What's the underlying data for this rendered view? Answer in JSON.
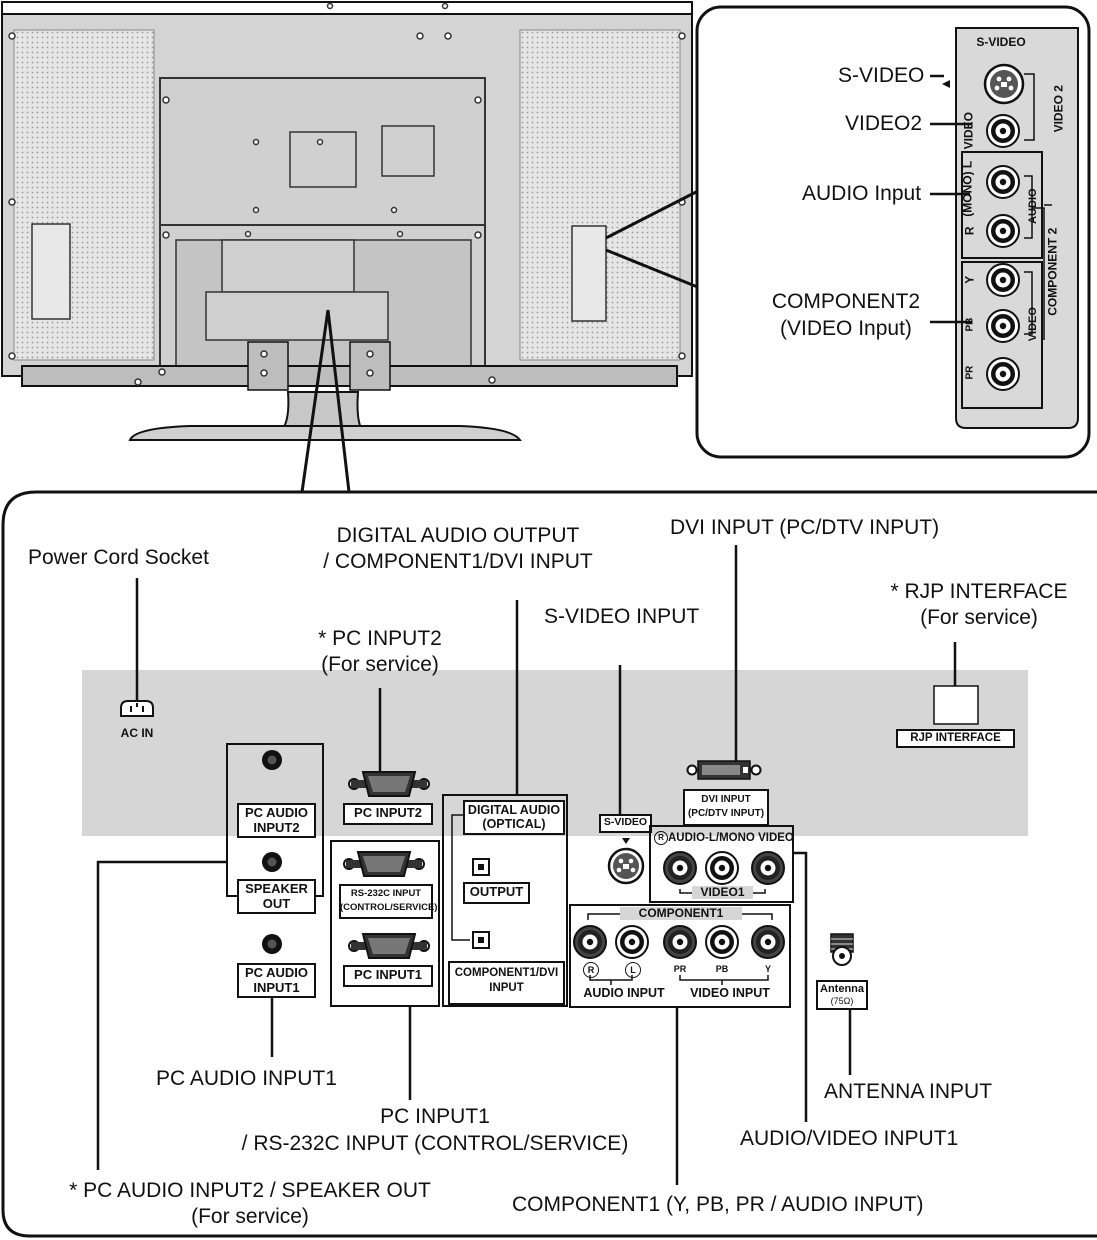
{
  "callouts": {
    "svideo": "S-VIDEO",
    "video2": "VIDEO2",
    "audio_input": "AUDIO Input",
    "component2_line1": "COMPONENT2",
    "component2_line2": "(VIDEO Input)",
    "power_cord": "Power Cord Socket",
    "digital_audio_line1": "DIGITAL AUDIO OUTPUT",
    "digital_audio_line2": "/ COMPONENT1/DVI INPUT",
    "dvi_input": "DVI INPUT (PC/DTV INPUT)",
    "pc_input2_line1": "* PC INPUT2",
    "pc_input2_line2": "(For service)",
    "svideo_input": "S-VIDEO INPUT",
    "rjp_line1": "* RJP INTERFACE",
    "rjp_line2": "(For service)",
    "pc_audio_input1": "PC AUDIO INPUT1",
    "pc_input1_line1": "PC INPUT1",
    "pc_input1_line2": "/ RS-232C INPUT (CONTROL/SERVICE)",
    "pc_audio2_line1": "* PC AUDIO INPUT2 / SPEAKER OUT",
    "pc_audio2_line2": "(For service)",
    "component1_line": "COMPONENT1 (Y, PB, PR / AUDIO INPUT)",
    "antenna_input": "ANTENNA INPUT",
    "av_input1": "AUDIO/VIDEO INPUT1"
  },
  "side_panel": {
    "svideo": "S-VIDEO",
    "video": "VIDEO",
    "mono_l": "(MONO) L",
    "r": "R",
    "y": "Y",
    "pb": "PB",
    "pr": "PR",
    "audio": "AUDIO",
    "video_small": "VIDEO",
    "video2": "VIDEO 2",
    "component2": "COMPONENT 2"
  },
  "panel": {
    "ac_in": "AC IN",
    "pc_audio_input2_l1": "PC AUDIO",
    "pc_audio_input2_l2": "INPUT2",
    "speaker_out_l1": "SPEAKER",
    "speaker_out_l2": "OUT",
    "pc_audio_input1_l1": "PC AUDIO",
    "pc_audio_input1_l2": "INPUT1",
    "pc_input2": "PC INPUT2",
    "rs232_l1": "RS-232C INPUT",
    "rs232_l2": "(CONTROL/SERVICE)",
    "pc_input1": "PC INPUT1",
    "digital_audio_l1": "DIGITAL AUDIO",
    "digital_audio_l2": "(OPTICAL)",
    "output": "OUTPUT",
    "comp_dvi_l1": "COMPONENT1/DVI",
    "comp_dvi_l2": "INPUT",
    "svideo": "S-VIDEO",
    "dvi_l1": "DVI INPUT",
    "dvi_l2": "(PC/DTV INPUT)",
    "audio_l_mono": "AUDIO-L/MONO",
    "r_mark": "R",
    "video": "VIDEO",
    "video1": "VIDEO1",
    "component1": "COMPONENT1",
    "r": "R",
    "l": "L",
    "pr": "PR",
    "pb": "PB",
    "y": "Y",
    "audio_input": "AUDIO INPUT",
    "video_input": "VIDEO INPUT",
    "antenna_l1": "Antenna",
    "antenna_l2": "(75Ω)",
    "rjp_interface": "RJP INTERFACE"
  }
}
